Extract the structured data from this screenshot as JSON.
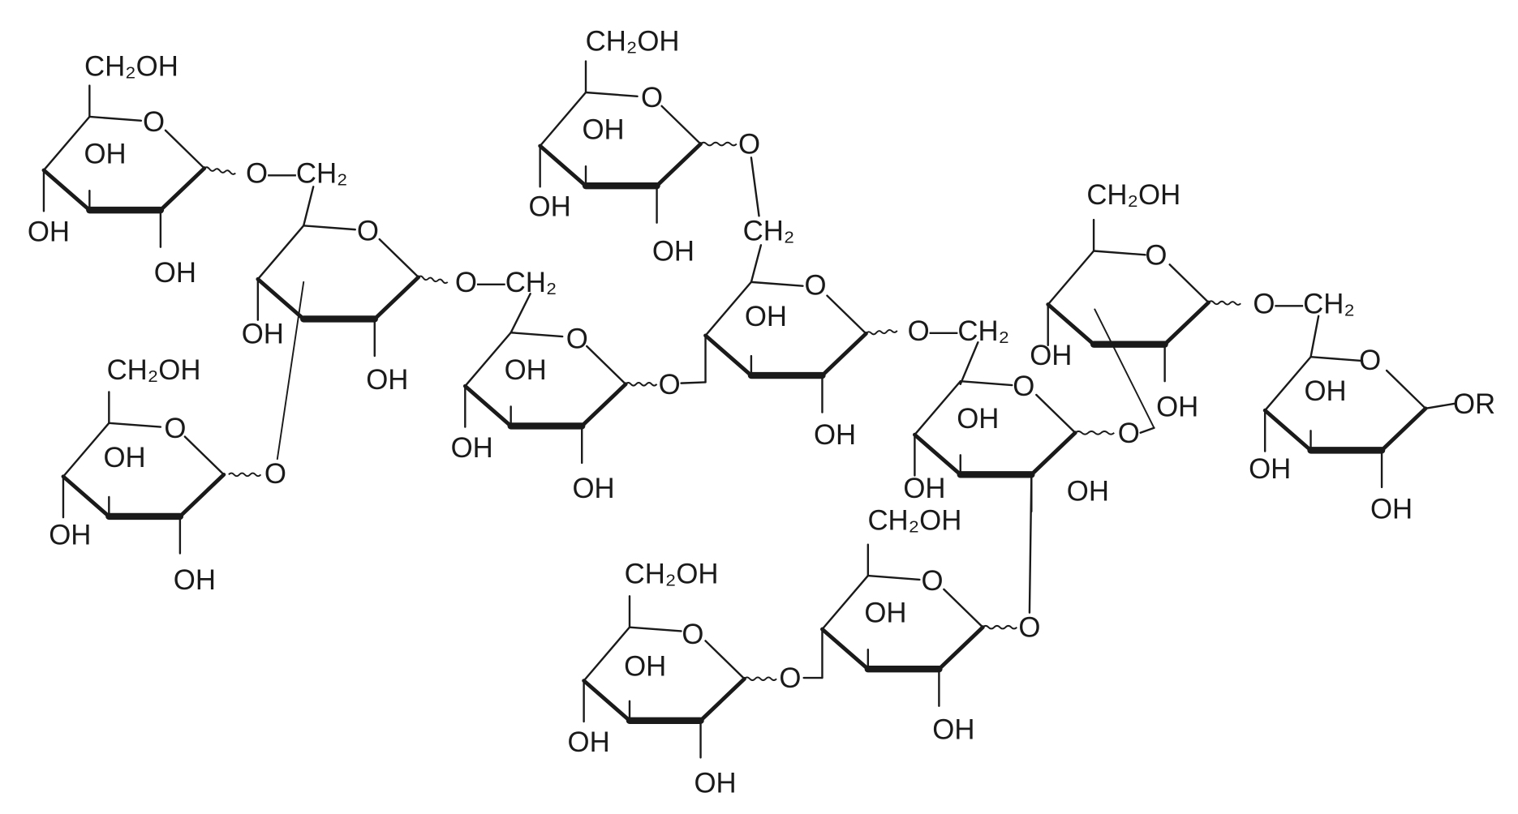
{
  "diagram": {
    "type": "chemical-structure",
    "ink_color": "#1a1a1a",
    "rings": [
      {
        "labels": [
          "CH₂OH",
          "O",
          "OH",
          "OH",
          "OH",
          "O—CH₂"
        ]
      },
      {
        "labels": [
          "O",
          "OH",
          "OH",
          "O—CH₂"
        ]
      },
      {
        "labels": [
          "CH₂OH",
          "O",
          "OH",
          "OH",
          "OH",
          "O"
        ]
      },
      {
        "labels": [
          "O",
          "OH",
          "OH",
          "OH",
          "O"
        ]
      },
      {
        "labels": [
          "CH₂OH",
          "O",
          "OH",
          "OH",
          "OH",
          "O"
        ]
      },
      {
        "labels": [
          "CH₂",
          "O",
          "OH",
          "OH",
          "O—CH₂"
        ]
      },
      {
        "labels": [
          "O",
          "OH",
          "OH",
          "OH",
          "O"
        ]
      },
      {
        "labels": [
          "CH₂OH",
          "O",
          "OH",
          "OH",
          "O—CH₂"
        ]
      },
      {
        "labels": [
          "CH₂OH",
          "O",
          "OH",
          "OH",
          "O"
        ]
      },
      {
        "labels": [
          "CH₂OH",
          "O",
          "OH",
          "OH",
          "OH",
          "O"
        ]
      },
      {
        "labels": [
          "O",
          "OH",
          "OH",
          "OH",
          "OR"
        ]
      }
    ]
  }
}
